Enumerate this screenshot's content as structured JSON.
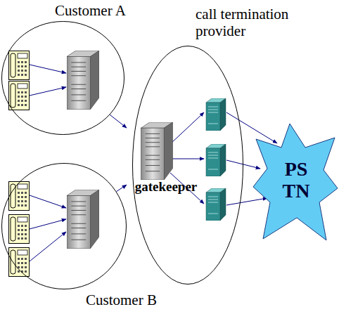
{
  "diagram": {
    "nodes": [
      {
        "text": [
          "Customer A"
        ]
      },
      {
        "text": [
          "call termination provider"
        ]
      },
      {
        "text": [
          "gatekeeper"
        ],
        "in": 1
      },
      {
        "text": [
          "PS TN"
        ]
      },
      {
        "text": [
          "Customer B"
        ]
      }
    ],
    "edges": [
      {
        "from": 0,
        "to": 2,
        "arrow": "to"
      },
      {
        "from": 4,
        "to": 2,
        "arrow": "to"
      }
    ]
  }
}
